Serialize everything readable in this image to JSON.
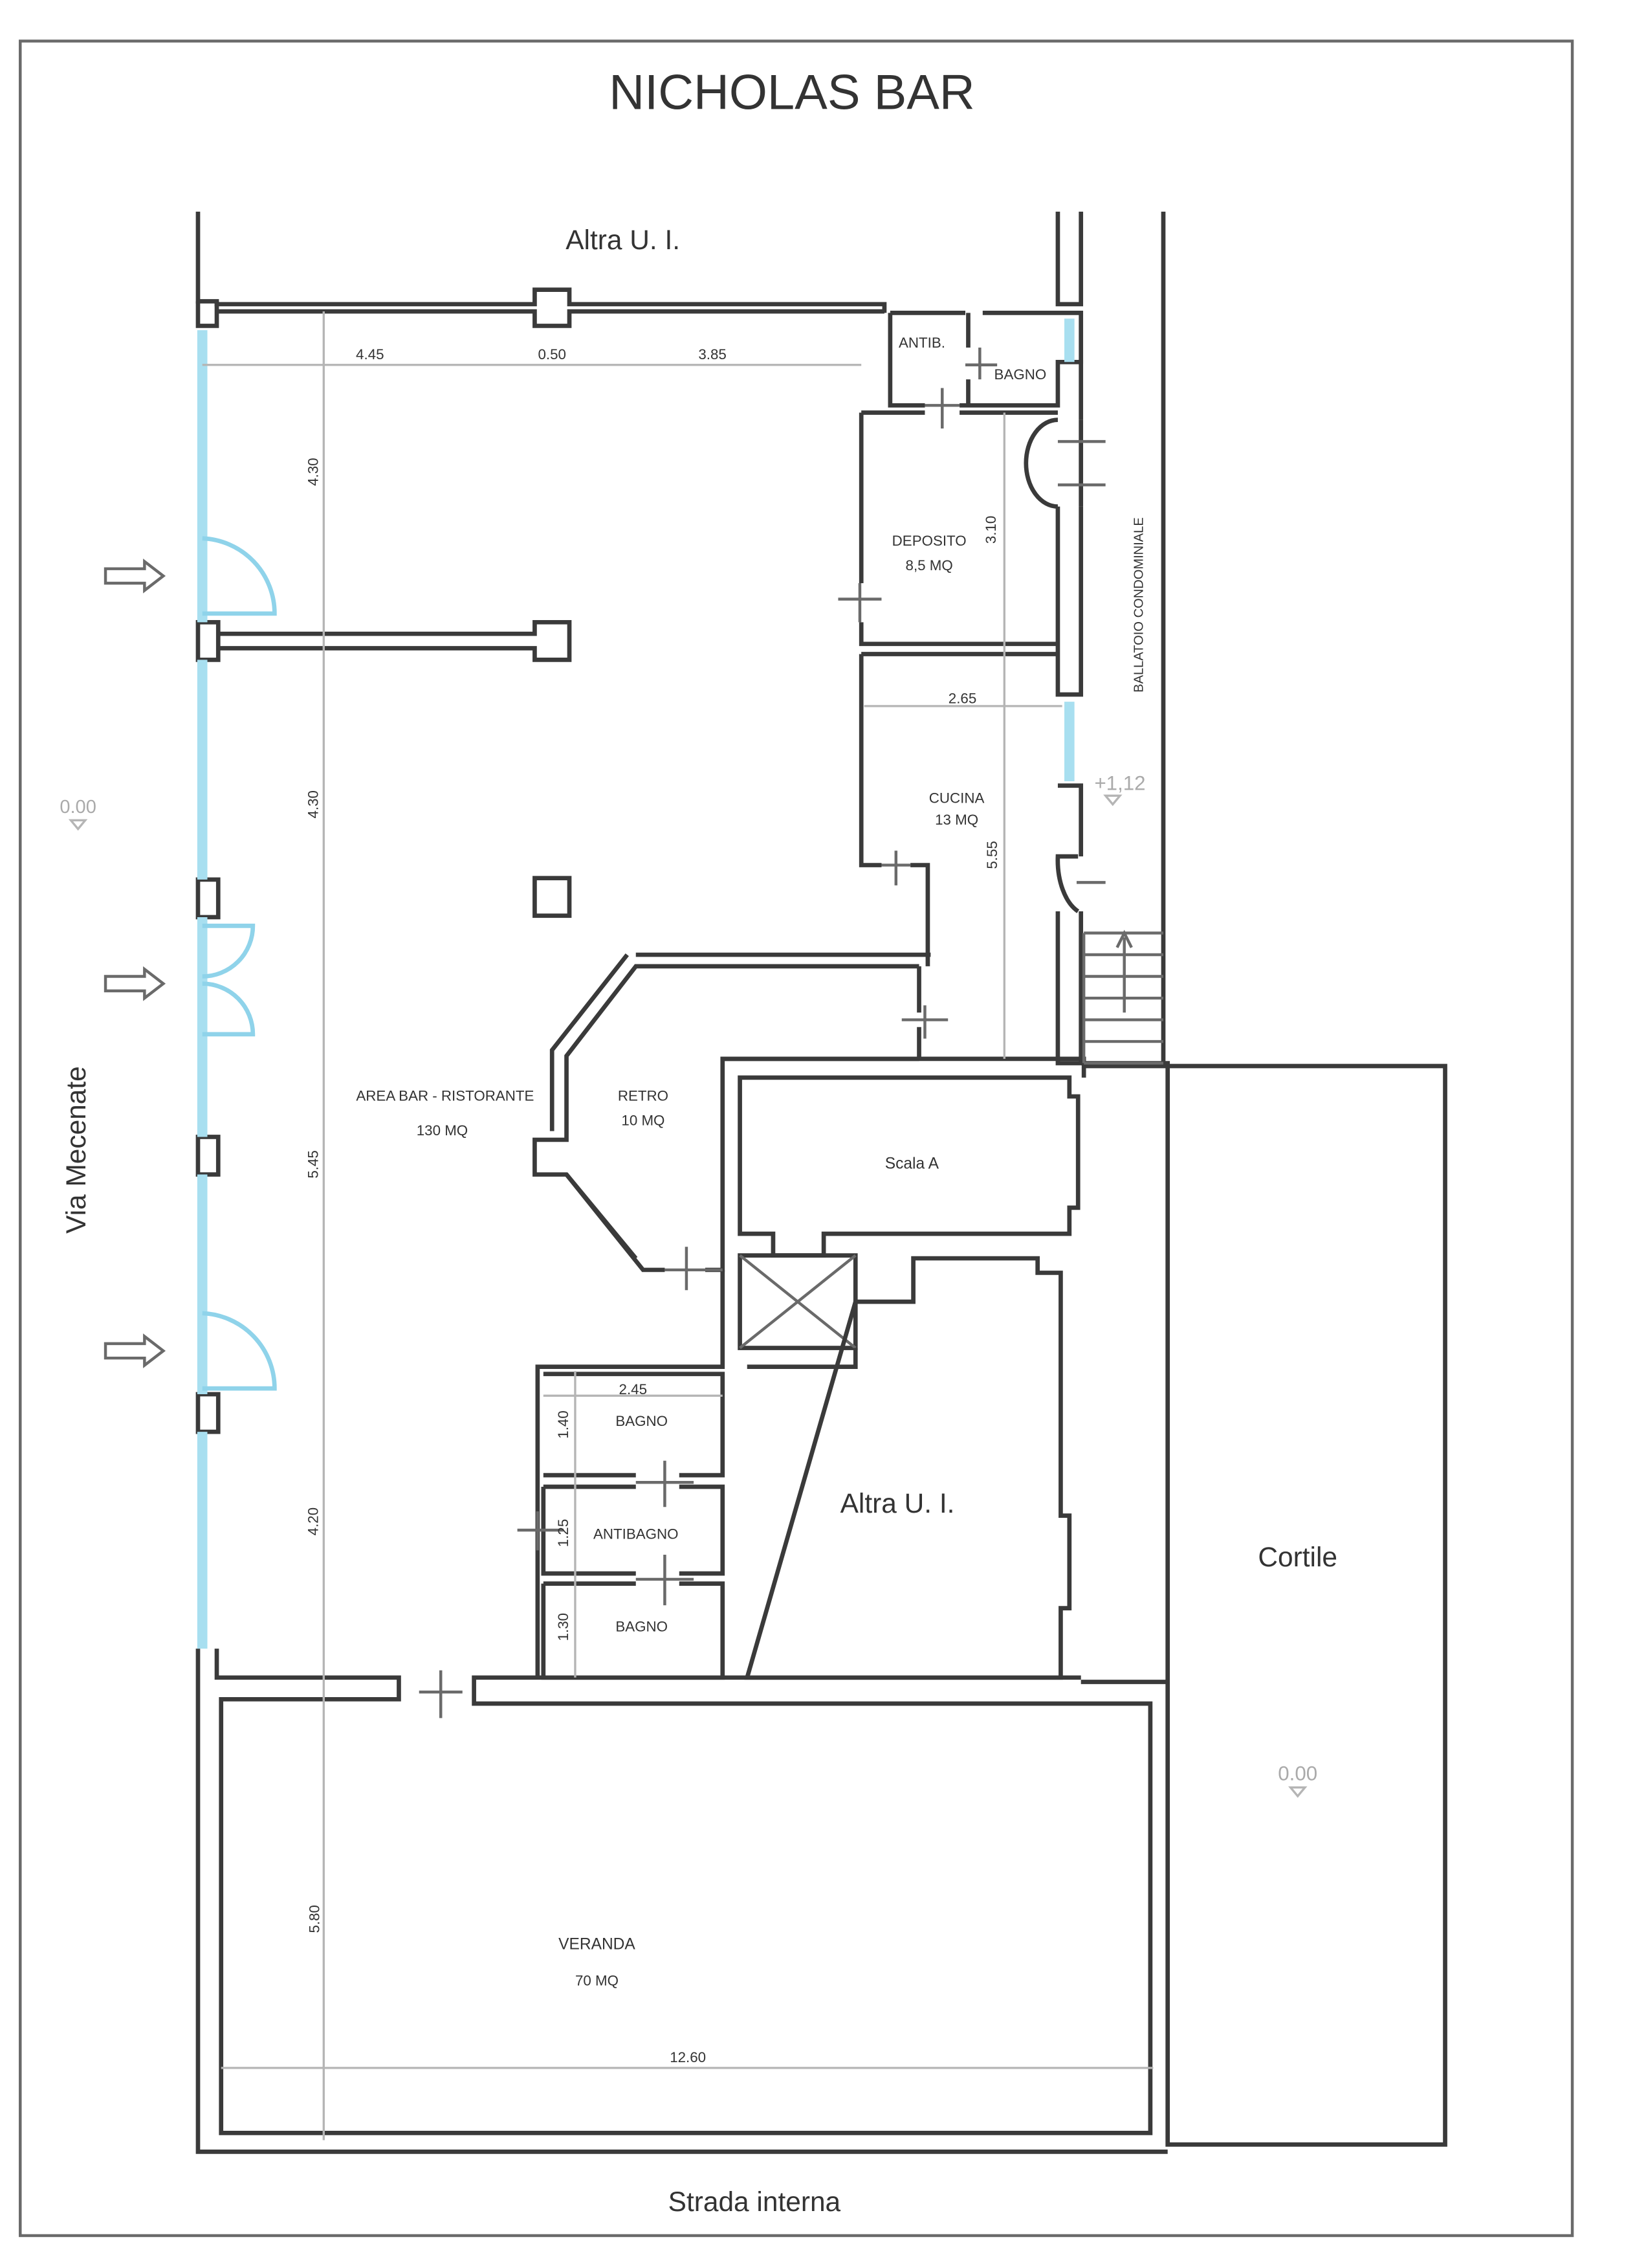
{
  "title": "NICHOLAS BAR",
  "neighbors": {
    "top": "Altra U. I.",
    "middle": "Altra U. I.",
    "right": "Cortile",
    "bottom": "Strada interna",
    "left": "Via Mecenate",
    "balcony": "BALLATOIO CONDOMINIALE"
  },
  "elevations": {
    "street": "0.00",
    "courtyard": "0.00",
    "balcony": "+1,12"
  },
  "rooms": {
    "main": {
      "name": "AREA BAR - RISTORANTE",
      "area": "130 MQ"
    },
    "retro": {
      "name": "RETRO",
      "area": "10 MQ"
    },
    "deposito": {
      "name": "DEPOSITO",
      "area": "8,5 MQ"
    },
    "cucina": {
      "name": "CUCINA",
      "area": "13 MQ"
    },
    "veranda": {
      "name": "VERANDA",
      "area": "70 MQ"
    },
    "scala": {
      "name": "Scala A"
    },
    "antib": {
      "name": "ANTIB."
    },
    "bagno_top": {
      "name": "BAGNO"
    },
    "bagno_1": {
      "name": "BAGNO"
    },
    "antibagno": {
      "name": "ANTIBAGNO"
    },
    "bagno_2": {
      "name": "BAGNO"
    }
  },
  "dimensions": {
    "top_1": "4.45",
    "top_2": "0.50",
    "top_3": "3.85",
    "left_1": "4.30",
    "left_2": "4.30",
    "left_3": "5.45",
    "left_4": "4.20",
    "left_5": "5.80",
    "veranda_width": "12.60",
    "deposito_h": "3.10",
    "cucina_w": "2.65",
    "cucina_h": "5.55",
    "wc_w": "2.45",
    "wc_h1": "1.40",
    "wc_h2": "1.25",
    "wc_h3": "1.30"
  }
}
